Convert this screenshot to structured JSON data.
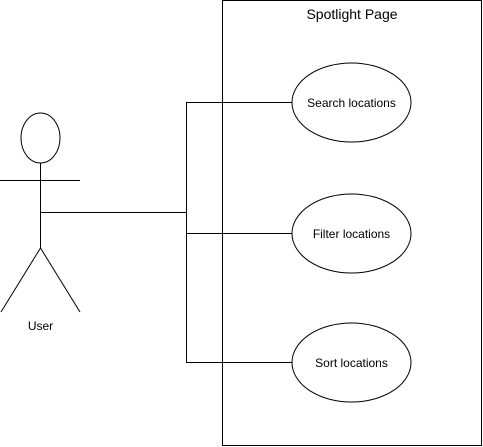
{
  "system_boundary": {
    "title": "Spotlight Page"
  },
  "actor": {
    "label": "User"
  },
  "use_cases": [
    {
      "label": "Search locations"
    },
    {
      "label": "Filter locations"
    },
    {
      "label": "Sort locations"
    }
  ],
  "colors": {
    "stroke": "#000000",
    "fill": "#ffffff",
    "text": "#000000"
  }
}
